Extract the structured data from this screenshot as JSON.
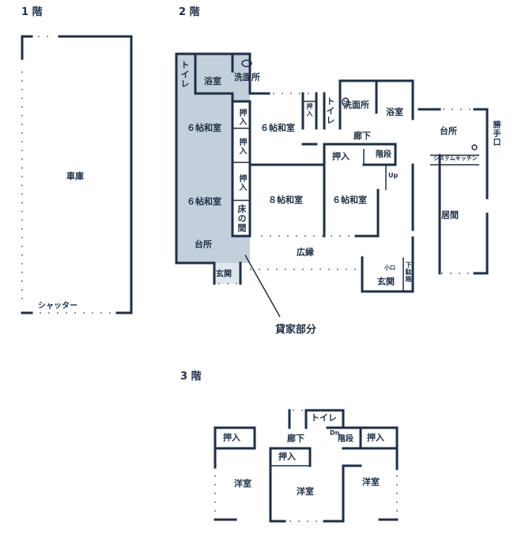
{
  "floors": {
    "f1": "1 階",
    "f2": "2 階",
    "f3": "3 階"
  },
  "floor1": {
    "garage": "車庫",
    "shutter": "シャッター"
  },
  "floor2": {
    "rental_toilet": "トイレ",
    "rental_bath": "浴室",
    "rental_washroom": "洗面所",
    "rental_6jo_1": "６帖和室",
    "rental_6jo_2": "６帖和室",
    "rental_kitchen": "台所",
    "rental_entrance": "玄関",
    "closet_1": "押入",
    "closet_2": "押入",
    "closet_3": "押入",
    "tokonoma": "床の間",
    "room_6jo_top": "６帖和室",
    "closet_4": "押入",
    "toilet": "トイレ",
    "washroom": "洗面所",
    "bath": "浴室",
    "corridor": "廊下",
    "closet_5": "押入",
    "stairs": "階段",
    "up": "Up",
    "room_8jo": "８帖和室",
    "room_6jo_right": "６帖和室",
    "hiroen": "広縁",
    "kitchen": "台所",
    "katteguchi": "勝手口",
    "system_kitchen": "システムキッチン",
    "living": "居間",
    "entrance": "玄関",
    "small_label": "小口",
    "shoe_box": "下駄箱",
    "rental_part": "貸家部分",
    "shaded_color": "#c3cfdb"
  },
  "floor3": {
    "toilet": "トイレ",
    "closet_left": "押入",
    "corridor": "廊下",
    "dn": "Dn",
    "stairs": "階段",
    "closet_right": "押入",
    "closet_center": "押入",
    "western_left": "洋室",
    "western_center": "洋室",
    "western_right": "洋室"
  }
}
